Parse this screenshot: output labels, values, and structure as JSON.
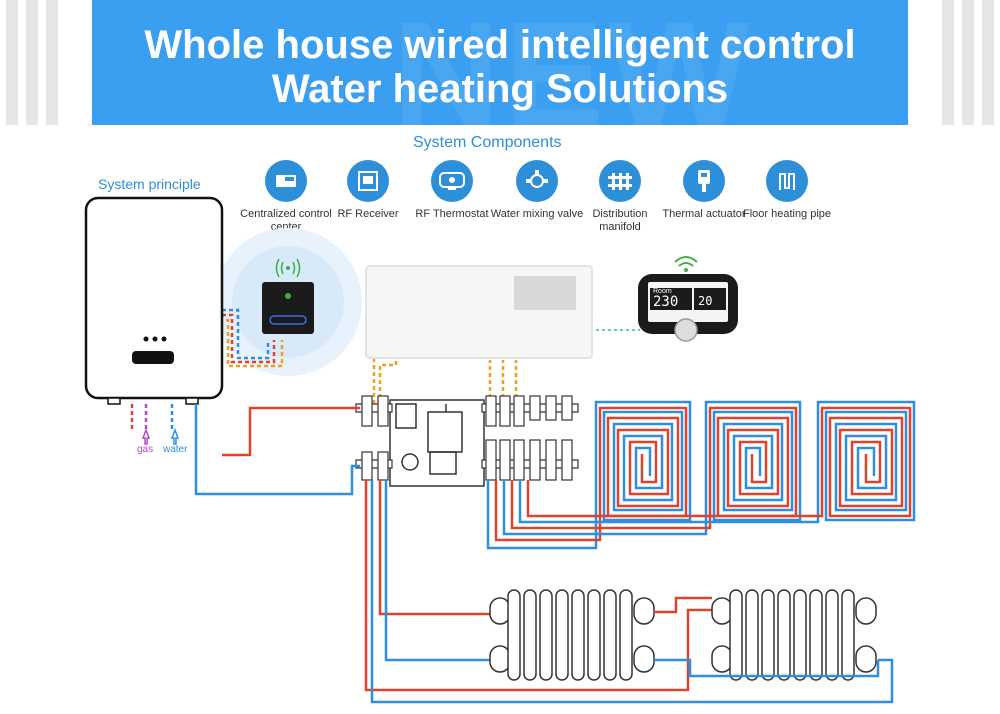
{
  "banner": {
    "watermark": "NEW",
    "title_line1": "Whole house wired intelligent control",
    "title_line2": "Water heating Solutions"
  },
  "system_components": {
    "heading": "System Components",
    "items": [
      {
        "label": "Centralized control center",
        "icon": "control-center-icon"
      },
      {
        "label": "RF Receiver",
        "icon": "rf-receiver-icon"
      },
      {
        "label": "RF Thermostat",
        "icon": "rf-thermostat-icon"
      },
      {
        "label": "Water mixing valve",
        "icon": "mixing-valve-icon"
      },
      {
        "label": "Distribution manifold",
        "icon": "manifold-icon"
      },
      {
        "label": "Thermal actuator",
        "icon": "thermal-actuator-icon"
      },
      {
        "label": "Floor heating pipe",
        "icon": "floor-heating-pipe-icon"
      }
    ]
  },
  "system_principle": {
    "heading": "System principle"
  },
  "boiler": {
    "gas_label": "gas",
    "water_label": "water"
  },
  "thermostat_display": {
    "temp_main": "230",
    "temp_room": "20",
    "room_label": "Room"
  },
  "colors": {
    "banner": "#3a9ff0",
    "accent": "#2d8fd8",
    "hot_pipe": "#e0432d",
    "cold_pipe": "#2f8fdc",
    "gas_pipe": "#b648c9",
    "signal_wire": "#f0a020",
    "wifi": "#3cb043"
  }
}
